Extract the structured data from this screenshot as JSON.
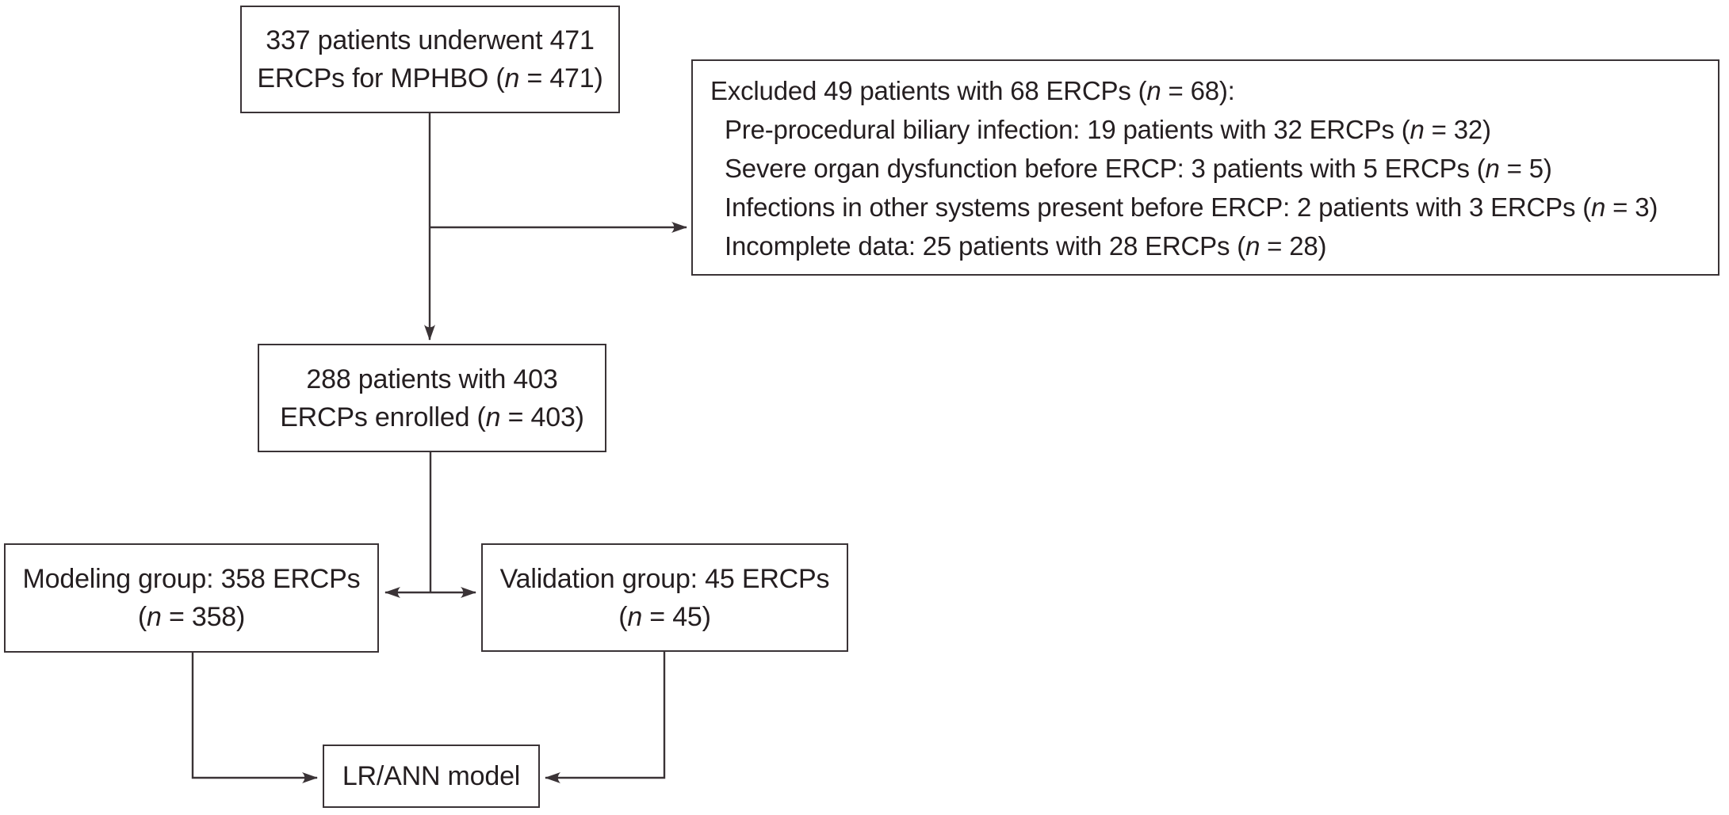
{
  "diagram": {
    "colors": {
      "line": "#3a3336",
      "text": "#241e20",
      "background": "#ffffff"
    },
    "boxes": {
      "initial": {
        "lines": [
          "337 patients underwent 471",
          "ERCPs for MPHBO (*n* = 471)"
        ]
      },
      "excluded": {
        "lines": [
          "Excluded 49 patients with 68 ERCPs (*n* = 68):",
          "Pre-procedural biliary infection: 19 patients with 32 ERCPs (*n* = 32)",
          "Severe organ dysfunction before ERCP: 3 patients with 5 ERCPs (*n* = 5)",
          "Infections in other systems present before ERCP: 2 patients with 3 ERCPs (*n* = 3)",
          "Incomplete data: 25 patients with 28 ERCPs (*n* = 28)"
        ]
      },
      "enrolled": {
        "lines": [
          "288 patients with 403",
          "ERCPs enrolled (*n* = 403)"
        ]
      },
      "modeling": {
        "lines": [
          "Modeling group: 358 ERCPs",
          "(*n* = 358)"
        ]
      },
      "validation": {
        "lines": [
          "Validation group: 45 ERCPs",
          "(*n* = 45)"
        ]
      },
      "model": {
        "lines": [
          "LR/ANN model"
        ]
      }
    }
  }
}
